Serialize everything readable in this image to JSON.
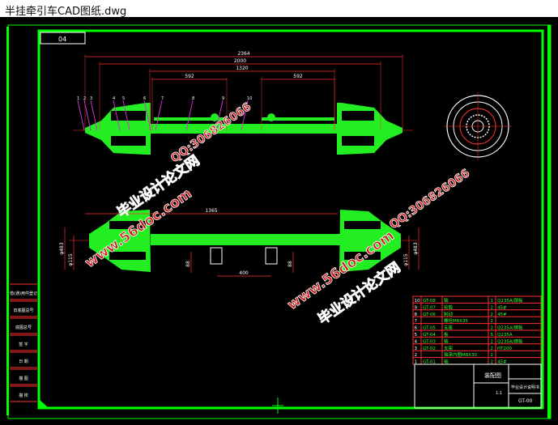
{
  "window": {
    "title": "半挂牵引车CAD图纸.dwg"
  },
  "drawing": {
    "frame_label": "04",
    "top_view": {
      "dims": [
        "2364",
        "2000",
        "1320",
        "592",
        "592"
      ],
      "balloons": [
        "1",
        "2",
        "3",
        "4",
        "5",
        "6",
        "7",
        "8",
        "9",
        "10"
      ]
    },
    "front_view": {
      "dims": [
        "1365",
        "400",
        "φ483",
        "φ483",
        "φ115",
        "φ115",
        "88",
        "88"
      ]
    },
    "parts_list": [
      {
        "no": "10",
        "code": "GT-08",
        "name": "轴",
        "qty": "1",
        "material": "Q235A/钢板"
      },
      {
        "no": "9",
        "code": "GT-07",
        "name": "轮毂",
        "qty": "2",
        "material": "45#"
      },
      {
        "no": "8",
        "code": "GT-06",
        "name": "制动",
        "qty": "2",
        "material": "45#"
      },
      {
        "no": "7",
        "code": "",
        "name": "螺栓M8X35",
        "qty": "2",
        "material": ""
      },
      {
        "no": "6",
        "code": "GT-05",
        "name": "支座",
        "qty": "2",
        "material": "Q235A/钢板"
      },
      {
        "no": "5",
        "code": "GT-04",
        "name": "板",
        "qty": "6",
        "material": "Q235A"
      },
      {
        "no": "4",
        "code": "GT-03",
        "name": "轴",
        "qty": "2",
        "material": "Q235A/钢板"
      },
      {
        "no": "3",
        "code": "GT-02",
        "name": "支架",
        "qty": "2",
        "material": "HT200"
      },
      {
        "no": "2",
        "code": "",
        "name": "轴承内圈M8X30",
        "qty": "2",
        "material": ""
      },
      {
        "no": "1",
        "code": "GT-01",
        "name": "轴",
        "qty": "2",
        "material": "45#"
      }
    ],
    "title_block": {
      "name": "装配图",
      "school": "毕业设计说明书",
      "drawing_no": "GT-00",
      "scale": "1:1"
    },
    "left_column": [
      "借(通)用件登记",
      "旧底图总号",
      "底图总号",
      "签 字",
      "日 期",
      "描 图",
      "描 校"
    ]
  },
  "watermarks": [
    "毕业设计论文网",
    "www.56doc.com",
    "QQ:306826066"
  ],
  "colors": {
    "frame": "#00ff00",
    "dim": "#ff2020",
    "part": "#33ff33",
    "balloon": "#cc33cc",
    "watermark": "#cc1a1a"
  }
}
